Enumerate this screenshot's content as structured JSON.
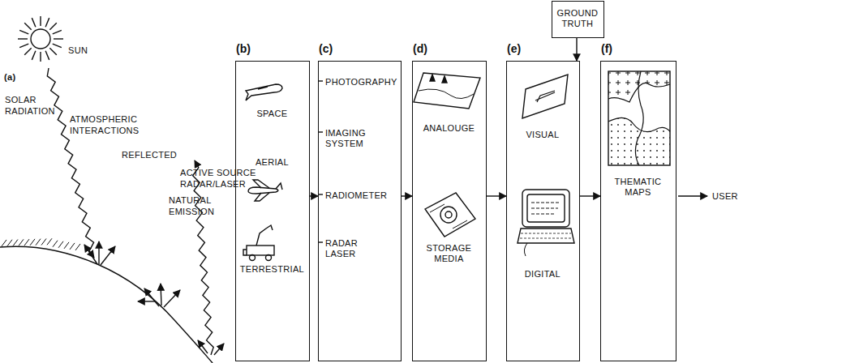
{
  "diagram": {
    "nodes": [
      {
        "text": [
          "(b)",
          "SPACE",
          "AERIAL",
          "TERRESTRIAL"
        ]
      },
      {
        "text": [
          "(c)",
          "PHOTOGRAPHY",
          "IMAGING SYSTEM",
          "RADIOMETER",
          "RADAR LASER"
        ]
      },
      {
        "text": [
          "(d)",
          "ANALOUGE",
          "STORAGE MEDIA"
        ]
      },
      {
        "text": [
          "GROUND TRUTH"
        ]
      },
      {
        "text": [
          "(e)",
          "VISUAL",
          "DIGITAL"
        ]
      },
      {
        "text": [
          "(f)",
          "THEMATIC MAPS"
        ]
      }
    ],
    "edges": [
      {
        "from": 0,
        "to": 1,
        "arrow": "to"
      },
      {
        "from": 1,
        "to": 2,
        "arrow": "to"
      },
      {
        "from": 2,
        "to": 4,
        "arrow": "to"
      },
      {
        "from": 3,
        "to": 4,
        "arrow": "to"
      },
      {
        "from": 4,
        "to": 5,
        "arrow": "to"
      }
    ],
    "labels": [
      "(a)",
      "SUN",
      "SOLAR RADIATION",
      "ATMOSPHERIC INTERACTIONS",
      "REFLECTED",
      "NATURAL EMISSION",
      "ACTIVE SOURCE RADAR/LASER",
      "USER"
    ]
  }
}
